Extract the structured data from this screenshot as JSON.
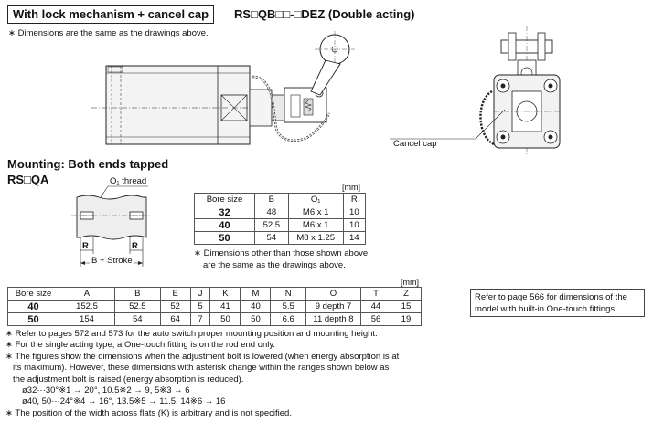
{
  "header": {
    "title": "With lock mechanism + cancel cap",
    "model": "RS□QB□□-□DEZ (Double acting)",
    "note": "∗ Dimensions are the same as the drawings above."
  },
  "drawing": {
    "callout": "Cancel cap"
  },
  "mounting": {
    "title": "Mounting: Both ends tapped",
    "model": "RS□QA",
    "thread_label": "O₁ thread",
    "r_label": "R",
    "b_label": "B + Stroke"
  },
  "small_table": {
    "unit": "[mm]",
    "headers": [
      "Bore size",
      "B",
      "O₁",
      "R"
    ],
    "rows": [
      [
        "32",
        "48",
        "M6 x 1",
        "10"
      ],
      [
        "40",
        "52.5",
        "M6 x 1",
        "10"
      ],
      [
        "50",
        "54",
        "M8 x 1.25",
        "14"
      ]
    ],
    "note_lines": [
      "∗ Dimensions other than those shown above",
      "are the same as the drawings above."
    ]
  },
  "main_table": {
    "unit": "[mm]",
    "headers": [
      "Bore size",
      "A",
      "B",
      "E",
      "J",
      "K",
      "M",
      "N",
      "O",
      "T",
      "Z"
    ],
    "rows": [
      [
        "40",
        "152.5",
        "52.5",
        "52",
        "5",
        "41",
        "40",
        "5.5",
        "9 depth 7",
        "44",
        "15"
      ],
      [
        "50",
        "154",
        "54",
        "64",
        "7",
        "50",
        "50",
        "6.6",
        "11 depth 8",
        "56",
        "19"
      ]
    ]
  },
  "reference_box": {
    "line1": "Refer to page 566 for dimensions of the",
    "line2": "model with built-in One-touch fittings."
  },
  "notes": [
    "∗ Refer to pages 572 and 573 for the auto switch proper mounting position and mounting height.",
    "∗ For the single acting type, a One-touch fitting is on the rod end only.",
    "∗ The figures show the dimensions when the adjustment bolt is lowered (when energy absorption is at",
    "its maximum). However, these dimensions with asterisk change within the ranges shown below as",
    "the adjustment bolt is raised (energy absorption is reduced).",
    "ø32···30°※1 → 20°, 10.5※2 → 9, 5※3 → 6",
    "ø40, 50···24°※4 → 16°, 13.5※5 → 11.5, 14※6 → 16",
    "∗ The position of the width across flats (K) is arbitrary and is not specified."
  ]
}
